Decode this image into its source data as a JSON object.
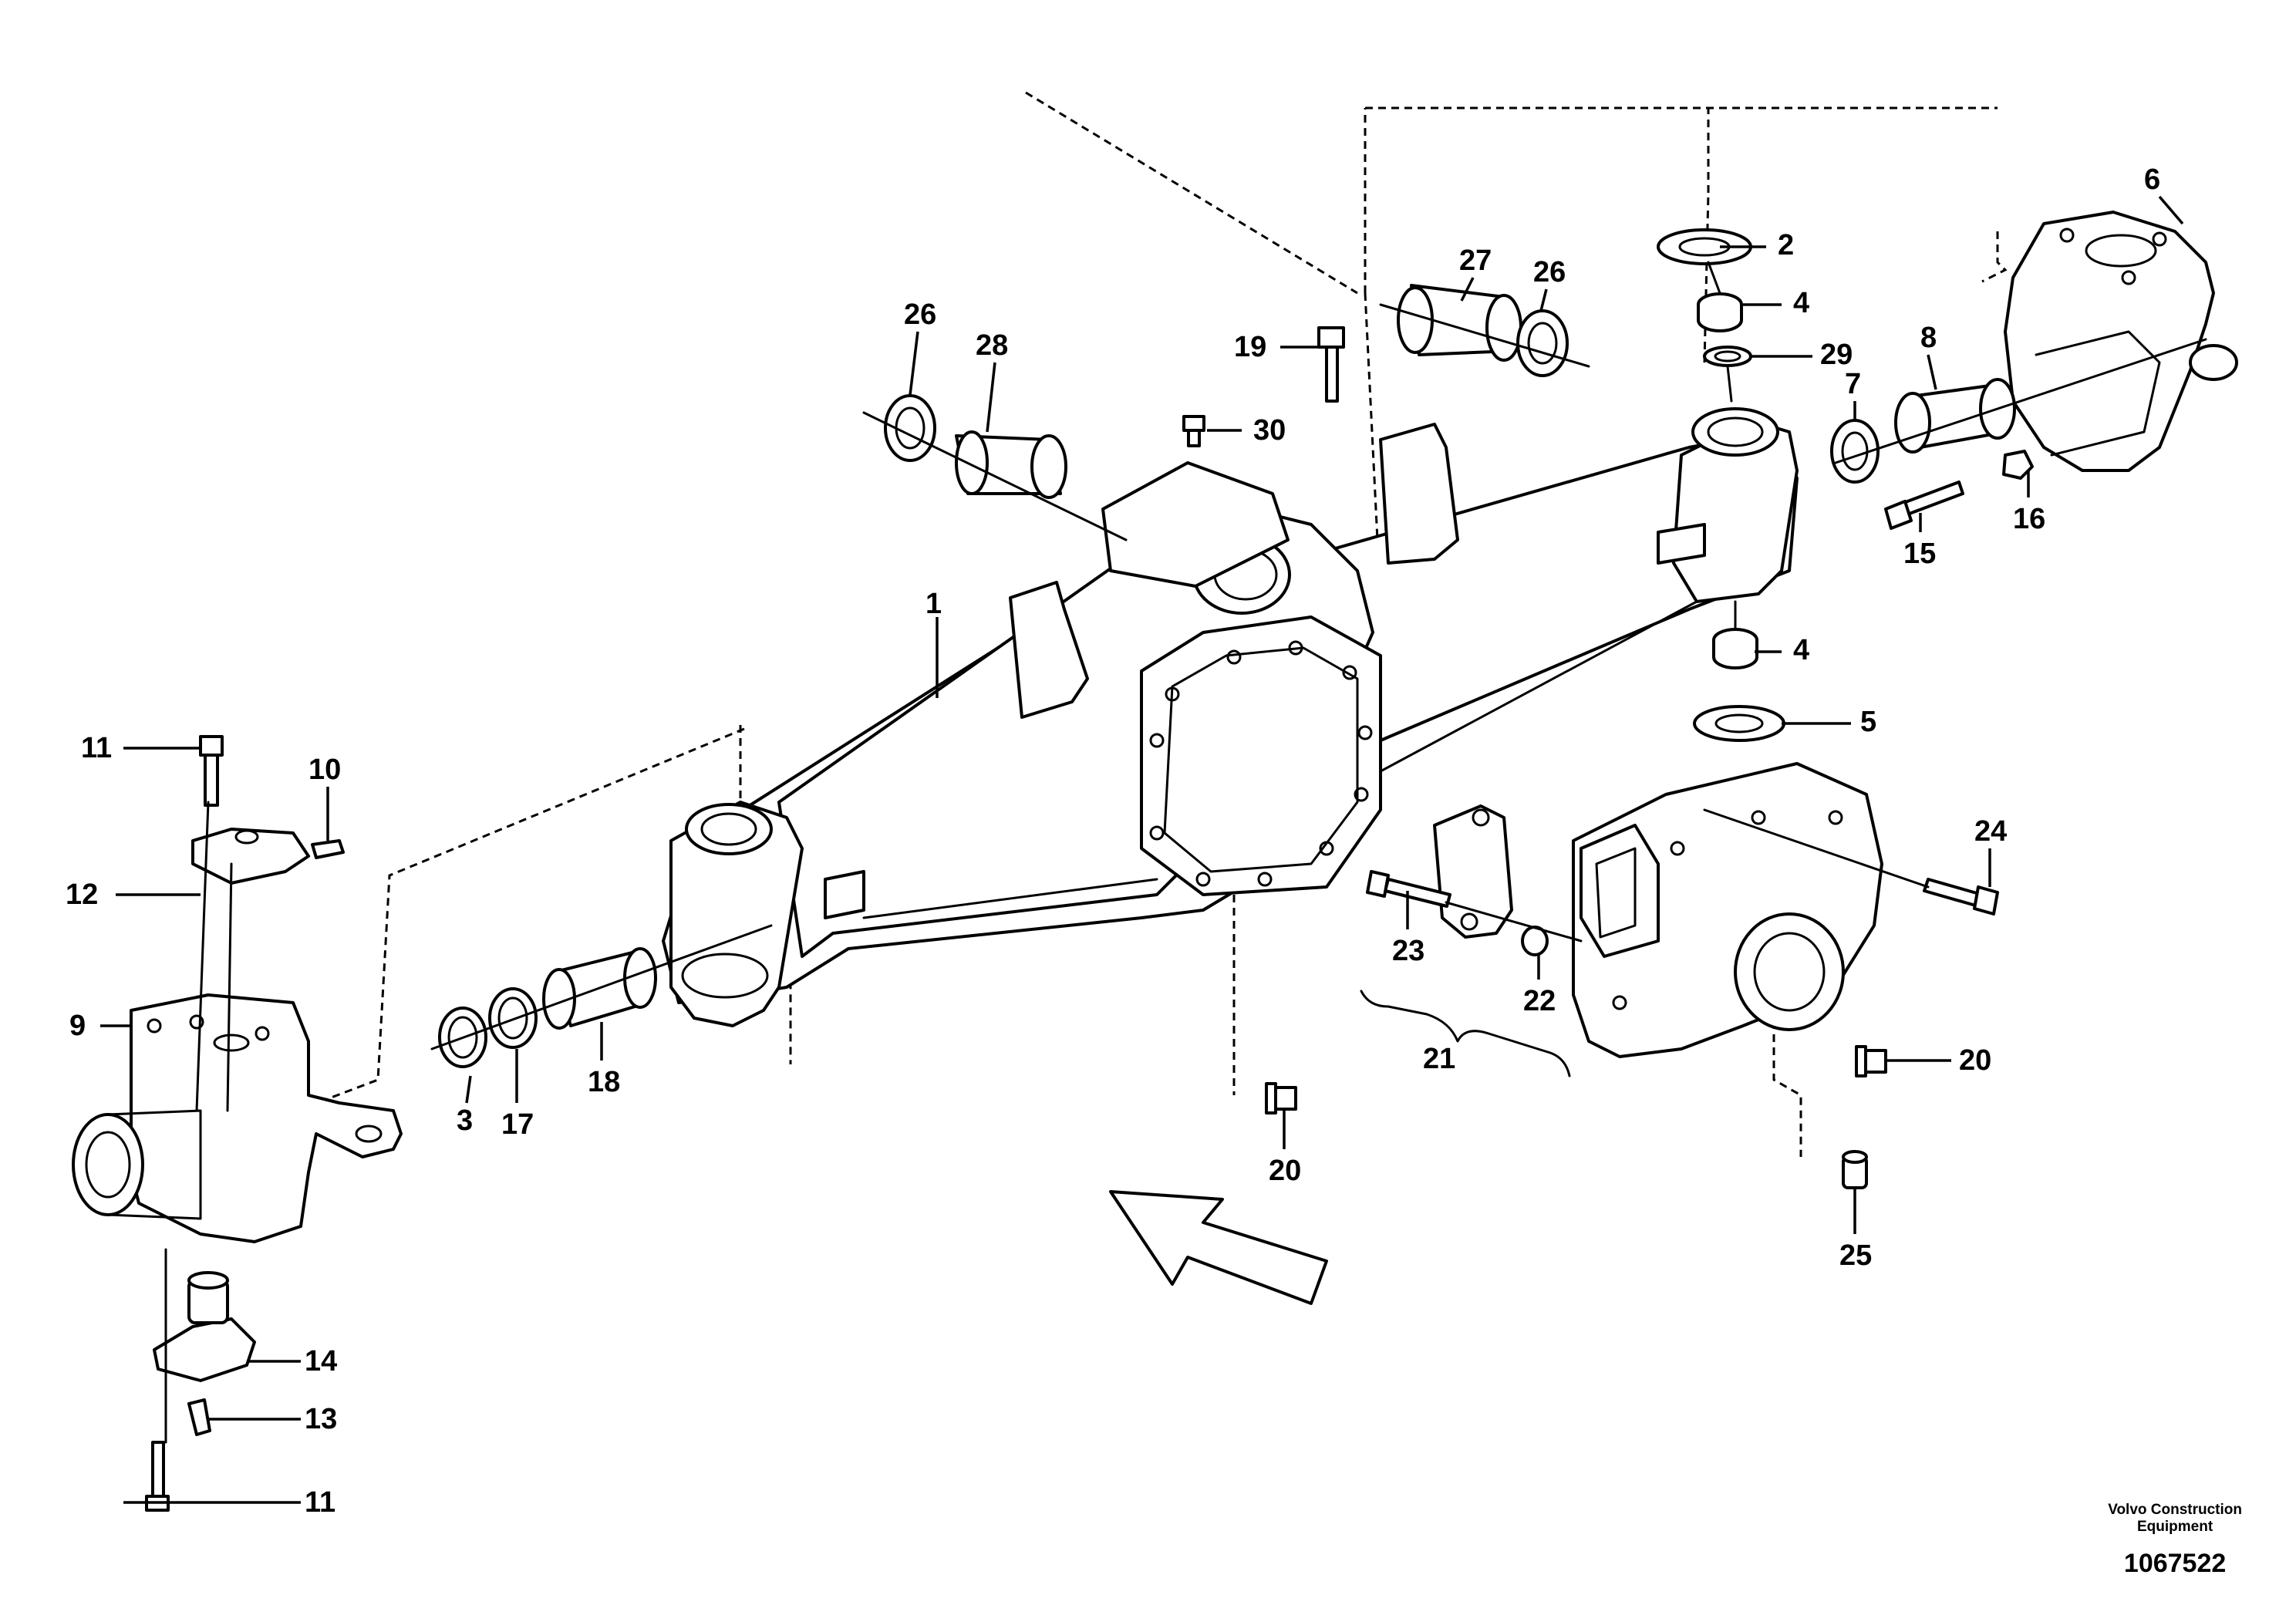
{
  "callouts": {
    "c1": "1",
    "c2": "2",
    "c3": "3",
    "c4a": "4",
    "c4b": "4",
    "c5": "5",
    "c6": "6",
    "c7": "7",
    "c8": "8",
    "c9": "9",
    "c10": "10",
    "c11a": "11",
    "c11b": "11",
    "c12": "12",
    "c13": "13",
    "c14": "14",
    "c15": "15",
    "c16": "16",
    "c17": "17",
    "c18": "18",
    "c19": "19",
    "c20a": "20",
    "c20b": "20",
    "c21": "21",
    "c22": "22",
    "c23": "23",
    "c24": "24",
    "c25": "25",
    "c26a": "26",
    "c26b": "26",
    "c27": "27",
    "c28": "28",
    "c29": "29",
    "c30": "30"
  },
  "credit": {
    "line1": "Volvo Construction",
    "line2": "Equipment",
    "drawing_number": "1067522"
  },
  "colors": {
    "line": "#000000",
    "background": "#ffffff"
  }
}
